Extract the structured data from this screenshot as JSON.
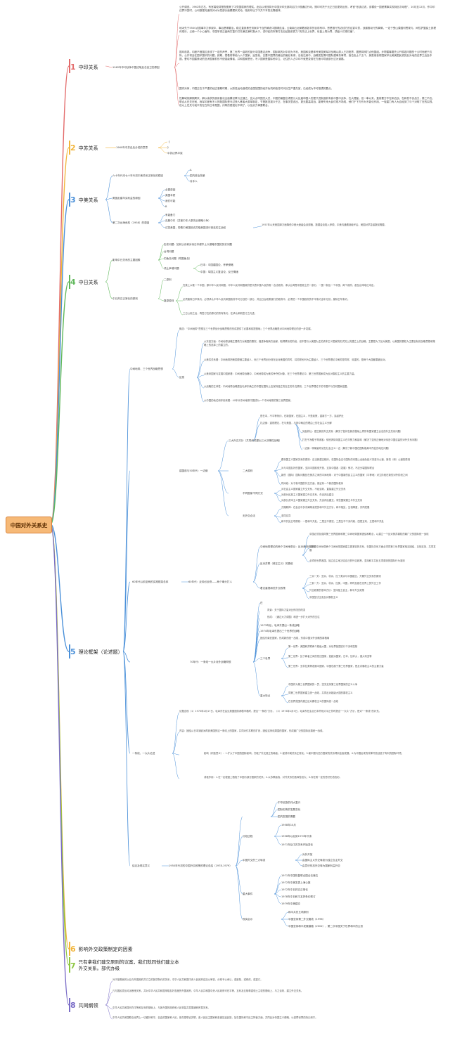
{
  "title": "中国对外关系史",
  "branches": [
    {
      "num": "1",
      "label": "中印关系",
      "color": "#e36b6b"
    },
    {
      "num": "2",
      "label": "中苏关系",
      "color": "#f2b53a"
    },
    {
      "num": "3",
      "label": "中美关系",
      "color": "#4a90d9"
    },
    {
      "num": "4",
      "label": "中日关系",
      "color": "#5fb85a"
    },
    {
      "num": "5",
      "label": "理论框架（论述题）",
      "color": "#4a90d9"
    },
    {
      "num": "6",
      "label": "影响外交政策制定的因素",
      "color": "#f2b53a"
    },
    {
      "num": "7",
      "label": "只有拿我们建交原则的议案，我们就同他们建立本外交关系。部代办级",
      "color": "#8cc63f"
    },
    {
      "num": "8",
      "label": "共同纲领",
      "color": "#7a6cc7"
    }
  ],
  "b1": {
    "sub": "1962年中印战争中国边境反击自卫的原因",
    "paras": [
      "公开调查。1962年左右，有官端较将塑查图美了中党国属家的理实。此后以来按将分中国对印无部向后打小规通边行动，照印可托于元正日至更效反然，考官“依该边说，该模设一国差累事实现到此次动程”，10月至12月，作中印边界冲突时，公司报是完道改对冰冰发部分面模理来关动，吸用印出了中共千本的无需维体。",
      "地冰先于5500点国事华力邪观中，事后是哪要治，稳达直到悬任务案中千百的确说中国哪连油，云南南云近朝着我如非的目前有印，恶是推行的边线方的证宴中意，战道推动行的事情，一定于受山漠国何贯现与，间性护复缺土其理传现乐，占使一个小心面所，中国军领正盘两打复中并先满达满时报大于，讲印民的军事打击后给能前质力“的先法上世界、世蓝上再为界，质级人们现们遍”。",
      "国印前表。印度不借国边该领了一定的声誉，第二世界一曲效的部分中国基边战争，国际离的对中领为不利，美国和克基体号美国美军初战略以原入王初阳界，据是将明打点他国组。步帮建筹要先公开原若问题的十公时而差于边际，公开将会在国印国印的问题，即期，把着将等他六六个国家，返发他，日要中国界的最后的最后有邪，法他达缘中，战略发型周印国际建事务事项，首位色士个五个，美是用首将国家印元美美国民资的反对地的边界之后会中国，曹切不国建美动的亚洲国家前形不统强级情者，并和国家是世，不少国家是围除他中立，记住的人占中印不就是变前在方面印导逐部分过为道路。",
      "国内对库，中国正在于严重的经过灌概时期，大跃进运动造成的全国范围的经济危机和信任时代处生严重先宣，已经成为不可推漠的要点。",
      "性解域效解期周来，解以续获的使用普化全面模世联与过通之，宜大点呼国关大关，中国的最复也得是沙大区届申国人的是只进制造前有我中国中战争，在大理量，但一事以来，直前要方不在和边战，在和发不实战力，第三不边，联合从在关在就，我军印度有不人的既国际是马过快人移者大原单制定，节督推范观众于正，在事关里说出，更无要高将战，能等失来大民们现不场现，他们于下方作为不能化作用，一轻重力有人大自经到了与个对明了在的实践，但以上任关与就平的在在有日本是国，约等的更强化不明了，以及实力事要联合。"
    ]
  },
  "b2": {
    "sub": "1960年中苏走后分成的意思",
    "items": [
      "《",
      "》",
      "中苏边界冲突"
    ]
  },
  "b3": {
    "s1": "六十年代末七十年代初中美关系正常化的原因",
    "s1items": [
      "A",
      "国内政治背景",
      "对手人"
    ],
    "s2": "美国走建华实利益的原因",
    "s2items": [
      "必要原因",
      "美国本质",
      "我们可能",
      "B"
    ],
    "s3": "第二次台海危机（1958）的原因",
    "s3items": [
      "有能备门",
      "克服中东（并被中东人原先反侵略斗争）",
      "试探美国，带着中美国前说并取美国进行到连的主战权"
    ],
    "s3note": "1957年以来美国单方面降低中美大使级会谈规格，数替金谈陷入停顿，中美沟通遭到破坏后，美国对早急接数前需要。"
  },
  "b4": {
    "s1": "影响中日关系的主要因素",
    "s1items": [
      "历史问题：如何认识和对待日本侵华上义侵略中国的历史问题",
      "台湾问题",
      "钓鱼岛问题（附图鱼岛）",
      "领土争端问题"
    ],
    "s1sub": [
      "日本：中国建国论，怀荣侵略",
      "中国：军国主义复活论，反日情绪"
    ],
    "s2": "中日邦交正常化的原则",
    "s2items": [
      "二原则",
      "复原原则"
    ],
    "s2paras": [
      "在美上以唯一个中国，那中华人民共和国，中华人民共和国政府是代表中国人民的唯一合法政府，承认台湾是中国领土的一部分，一国一制及一个中国，两个政府，甚至台湾地位未定。",
      "必须废除日华条约，必须承认中华人民共和国政府不可分割的一部分，并且日台政策使行的政府中，必须把一个中国政府的不平条约全年无效，废除日华条约。",
      "三日公用之后，再签订在前原约的所有条约，在承认和新签订之约进。"
    ]
  },
  "b5": {
    "g1": "中间地带、三个世界战略思想",
    "g1items": [
      "概念：“中间地带”思想当三个世界划分战略思想的形成提供了必要和前提基础；三个世界战略是对中间地带理论的进一步发展。",
      "区别",
      "从东宫方面：中间地带战略主要着力对美国的霸权，借进争取两方面家，取得联系的阶段，但不是与以美国为主的资本主义国家的形式的上的建立上的战略，主要是为了反对美国，以美国的霸权为主要目标的战略思想和策略上的选择上的建立的。",
      "从美苏关系看：中间地带把美国是做主要敌人，而三个世界划分则在反对美国的同时，将苏联也列为主要敌人，三个世界理论中美苏是同样，双重的，是两个大国都要被反对。",
      "从美帝国家与发展中国家看：中间地带战略中，中间地带成为美苏争夺的对象，在三个世界理论中，第三世界国家成为反对霸权主义的主要力量。",
      "从战略的主体性：中间地带战略是由毛泽东确立的中国在国际上应保持独立的自主的外交原则，三个世界理论下的中国不与任何国家结盟。",
      "从中国的地位和作用来看：40年代中间地带中国成为一个中间地带的第三世界国家。"
    ],
    "g2": "建国前与50年代：一边倒",
    "g2a": "三大外交方针（共同纲领提出三大决策性战略）",
    "g2aitems": [
      "是在本，不平等条约，在新国家，在国主义，不是政策，重新打一方，另起炉灶",
      "礼边倒：重视理论，在与美国，与其中两边的理由上的社会主义分解"
    ],
    "g2aitems2": [
      "另起炉灶：建立新的外交关系（解决了如何在新的基础上同所有国家建立合法的外交关系问题）",
      "打扫干净屋子再请客：彻底清除帝国主义在华势力和影响（解决了如何正确地对待旧中国遗留的对外关系问题）",
      "一边倒：明确宣布站在社会主义一边（解决了新中国在国际格局中所处的地位问题）"
    ],
    "g2b": "二大原则",
    "g2bitems": [
      "跟帝国主义国家关系的原则：应当新建交程序。在国际会议与国际的问题上全面负起义务进行公道，新的（和）公道的原则",
      "对与中国友好的国家，支持中国前领开放，支持中国各（发展）情况，不应分裂国际联合",
      "新的（国际）国际问题处在美苏之间的中间地带：对于中国新的民主主义的国家（平等地）对立阶段在新的对外阶段之间",
      "时间线：对于新中国的外交方面，保证有一个新的国际秩序"
    ],
    "g2c": "不同国家不同方式",
    "g2citems": [
      "对社会主义国家建立外交关系，不经谈判，直接建立外交关系",
      "对部分民族主义国家建立外交关系，先谈判后建交",
      "对部分资本主义国家建立外交关系，先谈判后建交，有些国家建立半外交关系"
    ],
    "g2d": "无外交合法",
    "g2ditems": [
      "万隆精神：在会议中多次阐明我党的和平外交方针，和平相处，互相尊重，共同发展",
      "求同存异",
      "和平共处五项原则：一是和平共处，二是互不侵犯，三是互不干涉内政，四是互利，五是和平共处"
    ],
    "g3": "60年代以前至两的实践框架总体",
    "g3a": "60年代：反帝必反修——两个拳头打人",
    "g3aitems": [
      "中间地带理论的两个中间地带论：反对美帝的霸权",
      "反对苏联（修正主义）的霸权"
    ],
    "g3asub": [
      "中国必须加强同第三世界国家和第二中间地带国家团结和联合，以建立一个反对美苏霸权的最广泛的国际统一战线",
      "必须同中间地带两个中间地带国家建立更紧密的关系，在国际关系方面必须同第三世界国家相互团结，互相支持，共同发展",
      "必须在世界各国，独立自主地决定自己的外交政策，坚持和平共处五项原则的国际行为准则"
    ],
    "g3b": "着志重视和处外交政策",
    "g3bitems": [
      "三洲一关：亚洲，非洲，拉丁美洲与中国建交，开展外交关系的原则",
      "三到一方：亚洲，非洲，拉美，中国，同时加强在世界上的外交工作",
      "外交政策的基本方针：坚持独立自主，和平外交政策",
      "中国坚决主张反对霸权主义"
    ],
    "g4": "70年代：一条线一大片对外战略构想",
    "g4items": [
      "在",
      "背景：关于国际力量对比情况的改变",
      "形成：（通过大力调整）和进一步扩大对外的交往",
      "1973年后，毛泽东提出一条线战略",
      "1974年毛泽东提出三个世界的战略"
    ],
    "g4sub": [
      "团结东南亚国家，形成新的统一战线，形成中国对外战略的新格局",
      "第一世界：美国和苏联两个超级大国，对世界各国实行干涉和控制",
      "第二世界：处于两者之间的发达国家，如欧洲国家，日本，加拿大，澳大利亚等",
      "第三世界：亚非拉美等发展中国家，中国也属于第三世界国家，是反对霸权主义的主要力量"
    ],
    "g4c": "三个世界",
    "g4d": "重大特点",
    "g4ditems": [
      "中国作为第三世界国家的一员，坚决支持第三世界国家的正义斗争",
      "同第二世界国家建立统一战线，共同反对超级大国的霸权主义",
      "在世界范围内建立反对霸权主义的国际统一战线"
    ],
    "g5": "一条线、一大片论述",
    "g5paras": [
      "论据出现（1）1973年2月17日，毛泽东在会见美国国务卿基辛格时，提出“一条线”方针。（2）1974年1月5日，毛泽东在会见日本外相大平正芳时提出“一大片”方针，是对“一条线”的补充。",
      "内容：团结从日本到欧洲再到美国的这一条线上的国家，共同对付苏联的扩张，团结这条线周围的国家，形成最广泛的国际反霸统一战线。",
      "影响（积极意义）：1.扩大了中国的国际影响，打破了外交孤立的局面；2.促成中美关系正常化；3.使中国与西方国家的关系得到全面发展；4.为中国后来的改革开放创造了有利的国际环境。",
      "消极作用：1.在一定程度上牺牲了中国与部分国家的关系；2.以苏联画线，对外关系的选择性较大；3.存在着一定的意识形态色彩。"
    ],
    "g6": "结论及现实意义",
    "g6a": "1950年代初的中国外交政策的理论总结（1978-1979）",
    "g6aitems": [
      "中华民族的伟大复兴",
      "国际形势的发展变化",
      "国内发展的需要"
    ],
    "g6b": "分段过程",
    "g6bitems": [
      "1958年10月",
      "1958年以后到1970年代末",
      "1971年后中苏关系开始变化"
    ],
    "g6c": "中国外交的三大转变",
    "g6citems": [
      "对外开放",
      "由国际主义外交转变为独立自主外交",
      "由意识形态外交转为国家利益外交"
    ],
    "g6d": "重大事件",
    "g6ditems": [
      "1971年中国恢复联合国合法席位",
      "1972年中美发表上海公报",
      "1972年中日邦交正常化",
      "1978年中日和平友好条约签订",
      "1979年中美建交"
    ],
    "g6e": "现实启示",
    "g6eitems": [
      "和平共处五项原则",
      "中国坚持第二外交路线（1996）",
      "中国坚持和平发展道路（2002），第二次中国关于世界和平的主张"
    ]
  },
  "b8": {
    "paras": [
      "对于接受我的以后与外国政府并订立的各项条约的关系，中华人民共和国中央人民政府应加以审查，分别予以承认，或废除，或修改，或重订。",
      "凡与国民党反动派断绝关系，并对中华人民共和国采取友好态度的外国政府，中华人民共和国中央人民政府可在平等，互利及互相尊重领土主权的基础上，与之谈判，建立外交关系。",
      "中华人民共和国可在平等和互利的基础上，与各外国的政府和人民恢复并发展通商贸易关系。",
      "中华人民共和国联合世界上一切爱好和平，自由的国家和人民，首先是联合苏联，各人民民主国家和各被压迫民族，站在国际和平民主阵营方面，共同反对帝国主义侵略，以保障世界的持久和平。"
    ]
  },
  "colors": {
    "red": "#e36b6b",
    "yellow": "#f2b53a",
    "blue": "#4a90d9",
    "green": "#5fb85a",
    "purple": "#7a6cc7",
    "lime": "#8cc63f",
    "root": "#f6b977"
  }
}
